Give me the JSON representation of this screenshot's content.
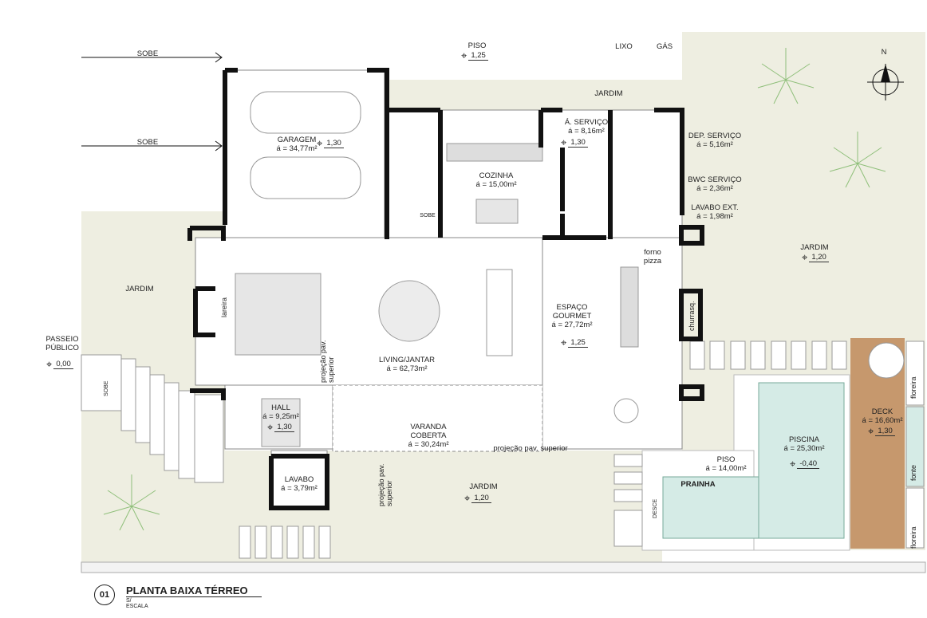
{
  "title": {
    "number": "01",
    "name": "PLANTA BAIXA TÉRREO",
    "scale": "S/ ESCALA"
  },
  "rooms": {
    "garagem": {
      "name": "GARAGEM",
      "area": "á = 34,77m²",
      "level": "1,30"
    },
    "servico": {
      "name": "Á. SERVIÇO",
      "area": "á = 8,16m²",
      "level": "1,30"
    },
    "cozinha": {
      "name": "COZINHA",
      "area": "á = 15,00m²"
    },
    "dep": {
      "name": "DEP. SERVIÇO",
      "area": "á = 5,16m²"
    },
    "bwc": {
      "name": "BWC SERVIÇO",
      "area": "á = 2,36m²"
    },
    "lavext": {
      "name": "LAVABO EXT.",
      "area": "á = 1,98m²"
    },
    "living": {
      "name": "LIVING/JANTAR",
      "area": "á = 62,73m²"
    },
    "gourmet": {
      "name": "ESPAÇO GOURMET",
      "area": "á = 27,72m²",
      "level": "1,25"
    },
    "hall": {
      "name": "HALL",
      "area": "á = 9,25m²",
      "level": "1,30"
    },
    "lavabo": {
      "name": "LAVABO",
      "area": "á = 3,79m²"
    },
    "varanda": {
      "name": "VARANDA COBERTA",
      "area": "á = 30,24m²"
    },
    "piscina": {
      "name": "PISCINA",
      "area": "á = 25,30m²",
      "level": "-0,40"
    },
    "piso2": {
      "name": "PISO",
      "area": "á = 14,00m²"
    },
    "prainha": {
      "name": "PRAINHA"
    },
    "deck": {
      "name": "DECK",
      "area": "á = 16,60m²",
      "level": "1,30"
    }
  },
  "outdoor": {
    "piso": {
      "name": "PISO",
      "level": "1,25"
    },
    "lixo": "LIXO",
    "gas": "GÁS",
    "jardim_top": "JARDIM",
    "jardim_right": {
      "name": "JARDIM",
      "level": "1,20"
    },
    "jardim_left": "JARDIM",
    "jardim_bottom": {
      "name": "JARDIM",
      "level": "1,20"
    },
    "passeio": {
      "name": "PASSEIO PÚBLICO",
      "level": "0,00"
    }
  },
  "annotations": {
    "sobe1": "SOBE",
    "sobe2": "SOBE",
    "sobe_stair": "SOBE",
    "sobe_entry": "SOBE",
    "desce": "DESCE",
    "lareira": "lareira",
    "forno": "forno pizza",
    "churrasq": "churrasq.",
    "proj1": "projeção pav. superior",
    "proj2": "projeção pav. superior",
    "proj3": "projeção pav. superior",
    "floreira1": "floreira",
    "floreira2": "floreira",
    "fonte": "fonte",
    "north": "N"
  },
  "colors": {
    "garden": "#eeeee1",
    "pool": "#d5ebe6",
    "deck": "#c6986d",
    "wall": "#111111"
  }
}
